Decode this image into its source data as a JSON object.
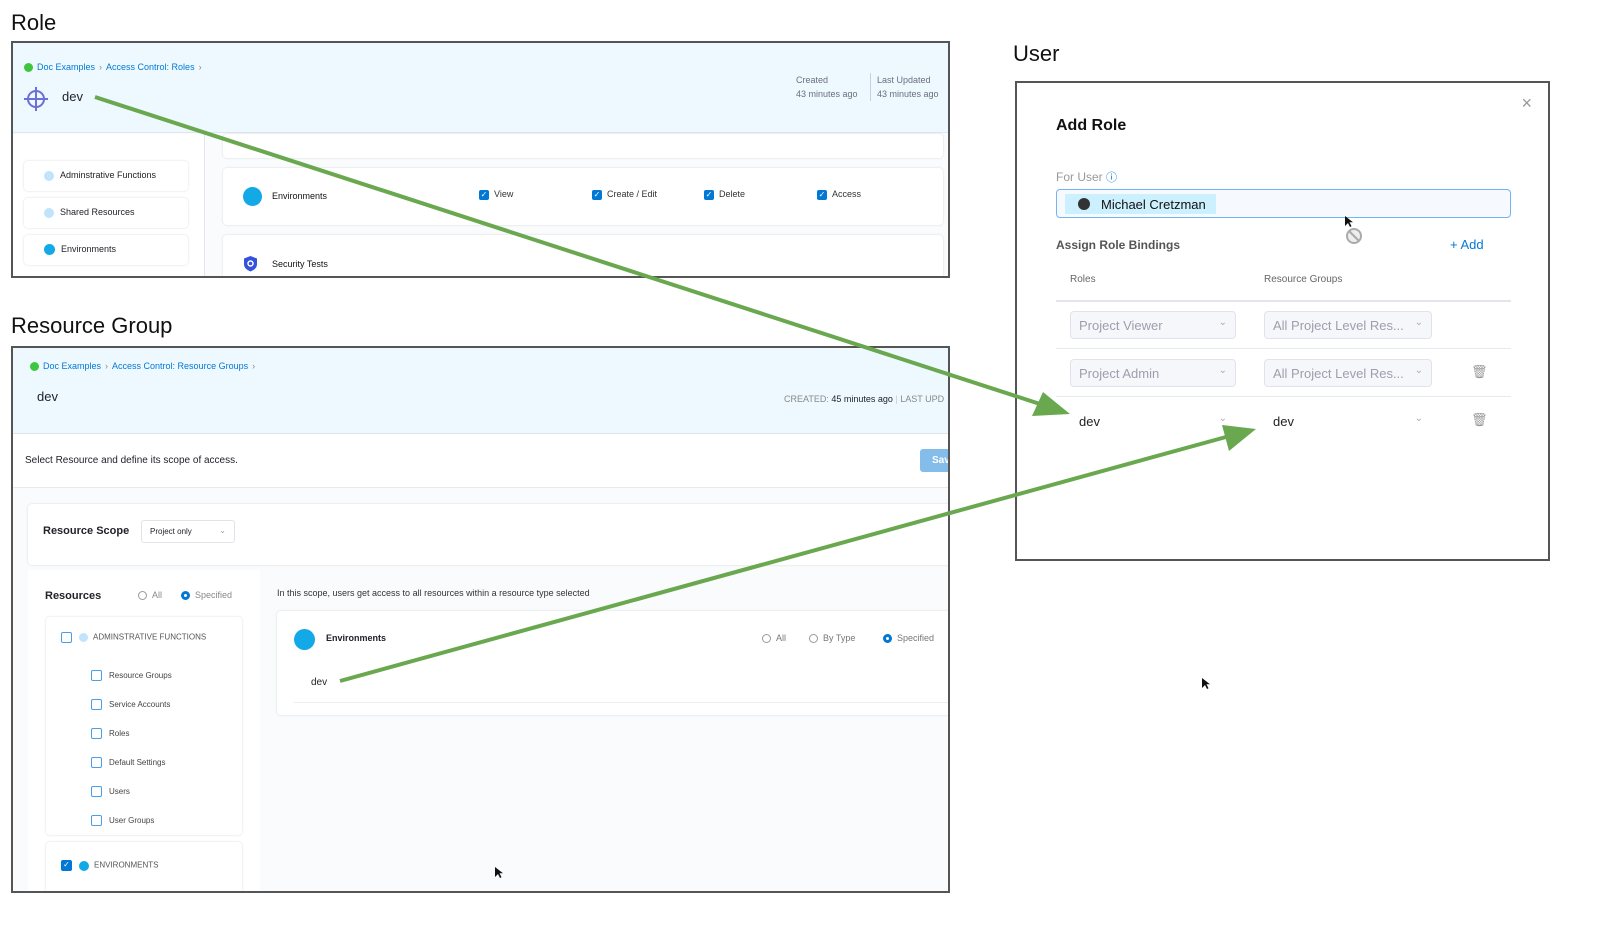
{
  "labels": {
    "role": "Role",
    "resource_group": "Resource Group",
    "user": "User"
  },
  "role_panel": {
    "breadcrumb": [
      "Doc Examples",
      "Access Control: Roles"
    ],
    "title": "dev",
    "created_label": "Created",
    "created_value": "43 minutes ago",
    "updated_label": "Last Updated",
    "updated_value": "43 minutes ago",
    "sidebar": [
      {
        "label": "Adminstrative Functions"
      },
      {
        "label": "Shared Resources"
      },
      {
        "label": "Environments"
      }
    ],
    "environments_row": {
      "label": "Environments",
      "permissions": [
        "View",
        "Create / Edit",
        "Delete",
        "Access"
      ]
    },
    "security_row": "Security Tests"
  },
  "rg_panel": {
    "breadcrumb": [
      "Doc Examples",
      "Access Control: Resource Groups"
    ],
    "title": "dev",
    "created_label": "CREATED:",
    "created_value": "45 minutes ago",
    "last_label": "LAST UPD",
    "instruction": "Select Resource and define its scope of access.",
    "save_label": "Sav",
    "scope_label": "Resource Scope",
    "scope_value": "Project only",
    "resources_label": "Resources",
    "res_all": "All",
    "res_specified": "Specified",
    "admin_group": "ADMINSTRATIVE FUNCTIONS",
    "admin_items": [
      "Resource Groups",
      "Service Accounts",
      "Roles",
      "Default Settings",
      "Users",
      "User Groups"
    ],
    "env_group": "ENVIRONMENTS",
    "scope_note": "In this scope, users get access to all resources within a resource type selected",
    "env_card": {
      "label": "Environments",
      "all": "All",
      "by_type": "By Type",
      "specified": "Specified",
      "item": "dev"
    }
  },
  "user_panel": {
    "title": "Add Role",
    "for_user_label": "For User",
    "user_chip": "Michael Cretzman",
    "bindings_label": "Assign Role Bindings",
    "add_label": "+ Add",
    "col_roles": "Roles",
    "col_rg": "Resource Groups",
    "rows": [
      {
        "role": "Project Viewer",
        "rg": "All Project Level Res...",
        "deletable": false
      },
      {
        "role": "Project Admin",
        "rg": "All Project Level Res...",
        "deletable": true
      },
      {
        "role": "dev",
        "rg": "dev",
        "deletable": true
      }
    ]
  },
  "colors": {
    "arrow": "#6aa84f",
    "accent": "#0278d5",
    "header_bg": "#eef9ff"
  }
}
